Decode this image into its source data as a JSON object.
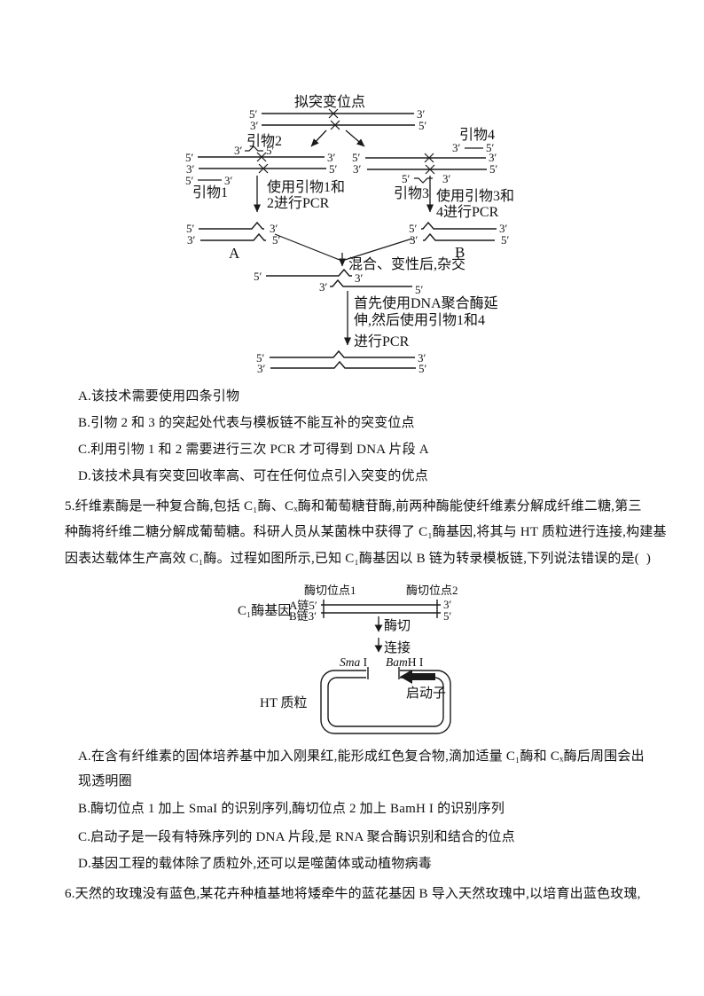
{
  "doc": {
    "q4_options": [
      "A.该技术需要使用四条引物",
      "B.引物 2 和 3 的突起处代表与模板链不能互补的突变位点",
      "C.利用引物 1 和 2 需要进行三次 PCR 才可得到 DNA 片段 A",
      "D.该技术具有突变回收率高、可在任何位点引入突变的优点"
    ],
    "q5_stem_lines": [
      "5.纤维素酶是一种复合酶,包括 C₁酶、Cₓ酶和葡萄糖苷酶,前两种酶能使纤维素分解成纤维二糖,第三",
      "种酶将纤维二糖分解成葡萄糖。科研人员从某菌株中获得了 C₁酶基因,将其与 HT 质粒进行连接,构建基",
      "因表达载体生产高效 C₁酶。过程如图所示,已知 C₁酶基因以 B 链为转录模板链,下列说法错误的是(  )"
    ],
    "q5_options": [
      "A.在含有纤维素的固体培养基中加入刚果红,能形成红色复合物,滴加适量 C₁酶和 Cₓ酶后周围会出",
      "现透明圈",
      "B.酶切位点 1 加上 SmaI 的识别序列,酶切位点 2 加上 BamH I 的识别序列",
      "C.启动子是一段有特殊序列的 DNA 片段,是 RNA 聚合酶识别和结合的位点",
      "D.基因工程的载体除了质粒外,还可以是噬菌体或动植物病毒"
    ],
    "q6_stem": "6.天然的玫瑰没有蓝色,某花卉种植基地将矮牵牛的蓝花基因 B 导入天然玫瑰中,以培育出蓝色玫瑰,"
  },
  "d1": {
    "title": "拟突变位点",
    "five": "5′",
    "three": "3′",
    "primer1": "引物1",
    "primer2": "引物2",
    "primer3": "引物3",
    "primer4": "引物4",
    "pcr_left_1": "使用引物1和",
    "pcr_left_2": "2进行PCR",
    "pcr_right_1": "使用引物3和",
    "pcr_right_2": "4进行PCR",
    "frag_a": "A",
    "frag_b": "B",
    "mix": "混合、变性后,杂交",
    "extend_1": "首先使用DNA聚合酶延",
    "extend_2": "伸,然后使用引物1和4",
    "extend_3": "进行PCR"
  },
  "d2": {
    "site1": "酶切位点1",
    "site2": "酶切位点2",
    "gene": "C₁酶基因",
    "chain_a": "A链5′",
    "chain_b": "B链3′",
    "three": "3′",
    "five": "5′",
    "cut": "酶切",
    "ligate": "连接",
    "sma_italic": "Sma",
    "sma_roman": " I",
    "bam_italic": "Bam",
    "bam_roman": "H I",
    "promoter": "启动子",
    "plasmid": "HT 质粒"
  }
}
